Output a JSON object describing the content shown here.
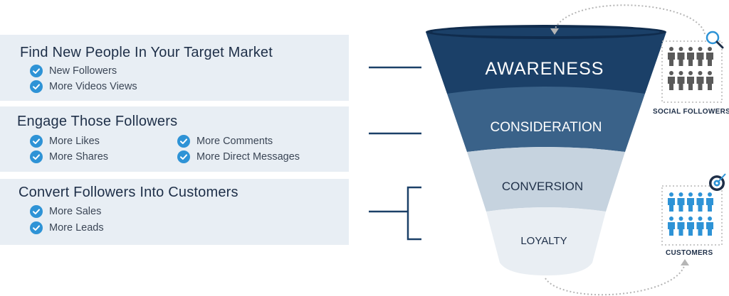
{
  "sections": [
    {
      "title": "Find New People In Your Target Market",
      "items": [
        "New Followers",
        "More Videos Views"
      ]
    },
    {
      "title": "Engage Those Followers",
      "items": [
        "More Likes",
        "More Comments",
        "More Shares",
        "More Direct Messages"
      ]
    },
    {
      "title": "Convert Followers Into Customers",
      "items": [
        "More Sales",
        "More Leads"
      ]
    }
  ],
  "funnel": {
    "stages": [
      {
        "label": "AWARENESS",
        "color": "#1b4068",
        "text_color": "#ffffff"
      },
      {
        "label": "CONSIDERATION",
        "color": "#3a6289",
        "text_color": "#ffffff"
      },
      {
        "label": "CONVERSION",
        "color": "#c6d3df",
        "text_color": "#1e2f48"
      },
      {
        "label": "LOYALTY",
        "color": "#e9eef3",
        "text_color": "#1e2f48"
      }
    ]
  },
  "side_groups": {
    "social_followers": {
      "label": "SOCIAL FOLLOWERS",
      "icon": "magnifier-icon",
      "people_color": "#5a5a5a"
    },
    "customers": {
      "label": "CUSTOMERS",
      "icon": "target-icon",
      "people_color": "#2e93d6"
    }
  },
  "colors": {
    "check": "#2e93d6",
    "connector": "#1b4068",
    "panel_bg": "#e8eef4"
  }
}
